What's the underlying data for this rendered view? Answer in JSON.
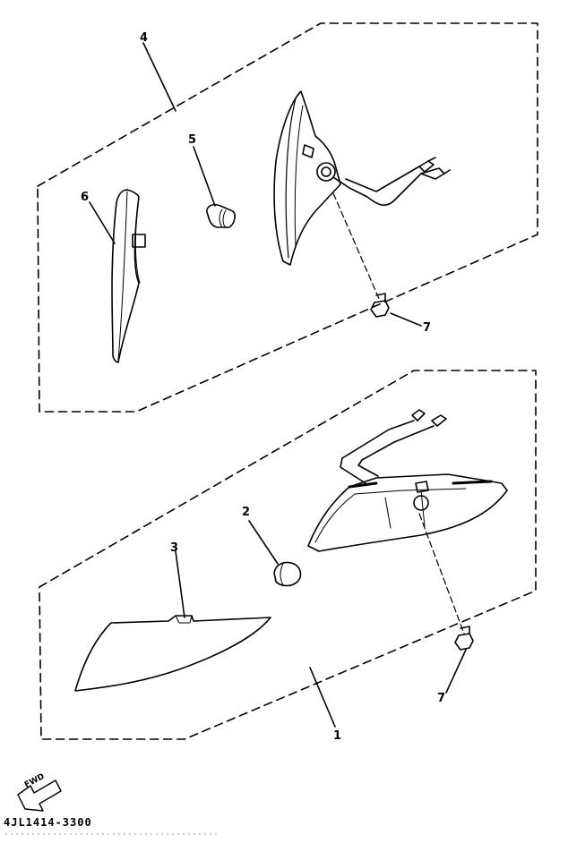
{
  "diagram": {
    "callouts": {
      "c1": "1",
      "c2": "2",
      "c3": "3",
      "c4": "4",
      "c5": "5",
      "c6": "6",
      "c7a": "7",
      "c7b": "7"
    },
    "fwd_label": "FWD",
    "part_number": "4JL1414-3300"
  },
  "colors": {
    "ink": "#000000",
    "background": "#ffffff"
  }
}
